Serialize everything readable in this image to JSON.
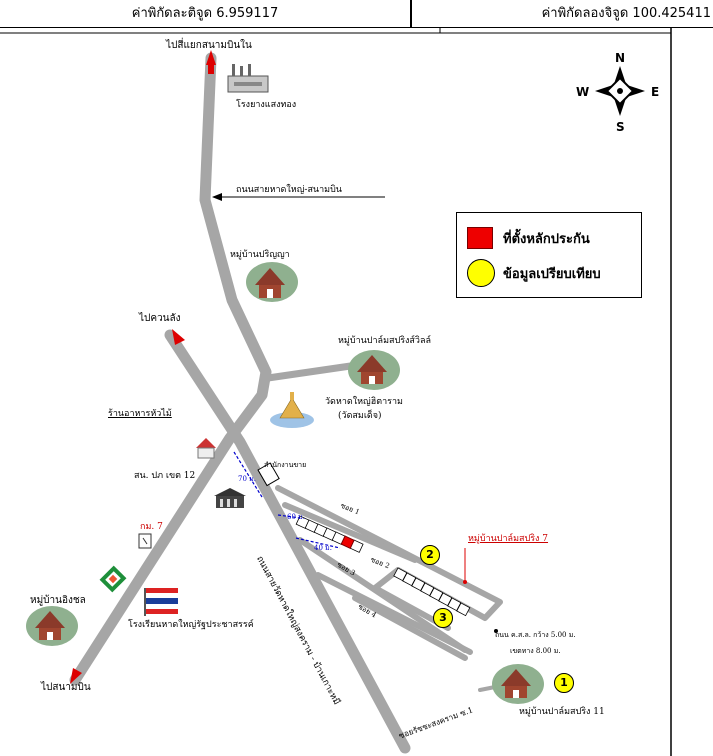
{
  "header": {
    "latitude": "ค่าพิกัดละติจูด 6.959117",
    "longitude": "ค่าพิกัดลองจิจูด 100.425411"
  },
  "compass": {
    "n": "N",
    "s": "S",
    "e": "E",
    "w": "W"
  },
  "legend": {
    "collateral": "ที่ตั้งหลักประกัน",
    "comparison": "ข้อมูลเปรียบเทียบ"
  },
  "labels": {
    "to_intersection": "ไปสี่แยกสนามบินใน",
    "factory": "โรงยางแสงทอง",
    "road_hatyai_airport": "ถนนสายหาดใหญ่-สนามบิน",
    "village_prinya": "หมู่บ้านปริญญา",
    "to_khuanlang": "ไปควนลัง",
    "village_palm_springs_villa": "หมู่บ้านปาล์มสปริงส์วิลล์",
    "temple_line1": "วัดหาดใหญ่ฮิตาราม",
    "temple_line2": "(วัดสมเด็จ)",
    "restaurant": "ร้านอาหารหัวไม้",
    "police": "สน. ปภ เขต 12",
    "office": "สำนักงานขาย",
    "dist_70": "70 ม.",
    "dist_60": "60 ม.",
    "dist_40": "40 ม.",
    "km7": "กม. 7",
    "village_ingchon": "หมู่บ้านอิงชล",
    "school": "โรงเรียนหาดใหญ่รัฐประชาสรรค์",
    "to_airport": "ไปสนามบิน",
    "main_road": "ถนนสายวัดหาดใหญ่สงคราม - บ้านเกาะหมี",
    "soi1": "ซอย 1",
    "soi2": "ซอย 2",
    "soi3": "ซอย 3",
    "soi4": "ซอย 4",
    "village_palm_springs_7": "หมู่บ้านปาล์มสปริง 7",
    "road_width": "ถนน ค.ส.ล. กว้าง 5.00 ม.",
    "road_shoulder": "เขตทาง 8.00 ม.",
    "soi_songkram": "ซอยรัชชะสงคราม ซ.1",
    "village_palm_springs_11": "หมู่บ้านปาล์มสปริง 11"
  },
  "markers": [
    "1",
    "2",
    "3"
  ],
  "colors": {
    "road": "#a6a6a6",
    "collateral": "#ee0000",
    "comparison": "#ffff00",
    "arrow": "#dd0000",
    "distance": "#0000cc"
  }
}
